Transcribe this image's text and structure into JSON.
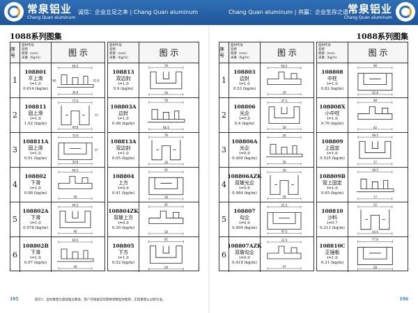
{
  "header": {
    "brand_cn": "常泉铝业",
    "brand_en": "Chang Quan aluminum",
    "slogan_left": "诚信：企业立足之本 | Chang Quan aluminum",
    "slogan_right": "Chang Quan aluminum | 共赢：企业生存之道",
    "logo_icon": "brand-logo",
    "color_bar": "#2f6fb5"
  },
  "pages": [
    {
      "title": "1088系列图集",
      "number": "195"
    },
    {
      "title": "1088系列图集",
      "number": "196"
    }
  ],
  "table_head": {
    "idx": "序号",
    "meta": [
      "型材代号",
      "名称",
      "壁厚（mm）",
      "米重（Kg/m）"
    ],
    "pic": "图  示"
  },
  "row_numbers": [
    "1",
    "2",
    "3",
    "4",
    "5",
    "6"
  ],
  "columns": [
    {
      "items": [
        {
          "code": "108801",
          "name": "平上滑",
          "t": "t=1.0",
          "w": "0.614 (kg/m)",
          "dims": [
            "66.5",
            "36.8",
            "21.6",
            "60"
          ]
        },
        {
          "code": "108811",
          "name": "固上滑",
          "t": "t=1.0",
          "w": "1.02 (kg/m)",
          "dims": [
            "72.6",
            "40.8",
            "77"
          ]
        },
        {
          "code": "108811A",
          "name": "固上滑",
          "t": "t=1.0",
          "w": "0.91 (kg/m)",
          "dims": [
            "72.6",
            "30.8",
            "77"
          ]
        },
        {
          "code": "108802",
          "name": "下滑",
          "t": "t=1.0",
          "w": "0.98 (kg/m)",
          "dims": [
            "66.5",
            "40"
          ]
        },
        {
          "code": "108802A",
          "name": "下滑",
          "t": "t=1.0",
          "w": "0.978 (kg/m)",
          "dims": [
            "66.5",
            "40"
          ]
        },
        {
          "code": "108802B",
          "name": "下滑",
          "t": "t=1.0",
          "w": "0.97 (kg/m)",
          "dims": [
            "66.5",
            "40"
          ]
        }
      ]
    },
    {
      "items": [
        {
          "code": "108813",
          "name": "双边封",
          "t": "t=1.0",
          "w": "0.9 (kg/m)",
          "dims": [
            "78",
            "18"
          ]
        },
        {
          "code": "108803A",
          "name": "边封",
          "t": "t=1.0",
          "w": "0.48 (kg/m)",
          "dims": [
            "78",
            "66.5"
          ]
        },
        {
          "code": "108813A",
          "name": "双边封",
          "t": "t=1.0",
          "w": "0.95 (kg/m)",
          "dims": [
            "78",
            "18"
          ]
        },
        {
          "code": "108804",
          "name": "上方",
          "t": "t=0.9",
          "w": "0.41 (kg/m)",
          "dims": [
            "45",
            "18"
          ]
        },
        {
          "code": "108804ZK",
          "name": "双玻上方",
          "t": "t=0.9",
          "w": "0.39 (kg/m)",
          "dims": [
            "45",
            "18"
          ]
        },
        {
          "code": "108805",
          "name": "下方",
          "t": "t=1.0",
          "w": "0.52 (kg/m)",
          "dims": [
            "45",
            "18"
          ]
        }
      ]
    },
    {
      "items": [
        {
          "code": "108803",
          "name": "边封",
          "t": "t=1.0",
          "w": "0.53 (kg/m)",
          "dims": [
            "66.5",
            "18"
          ]
        },
        {
          "code": "108806",
          "name": "光企",
          "t": "t=0.9",
          "w": "0.4 (kg/m)",
          "dims": [
            "47.5",
            "18"
          ]
        },
        {
          "code": "108806A",
          "name": "光企",
          "t": "t=0.9",
          "w": "0.499 (kg/m)",
          "dims": [
            "59",
            "18"
          ]
        },
        {
          "code": "108806AZK",
          "name": "双玻光企",
          "t": "t=0.9",
          "w": "0.484 (kg/m)",
          "dims": [
            "59",
            "18"
          ]
        },
        {
          "code": "108807",
          "name": "勾企",
          "t": "t=0.9",
          "w": "0.404 (kg/m)",
          "dims": [
            "22.5",
            "47.5"
          ]
        },
        {
          "code": "108807AZK",
          "name": "双玻勾企",
          "t": "t=0.9",
          "w": "0.418 (kg/m)",
          "dims": [
            "22.5",
            "47"
          ]
        }
      ]
    },
    {
      "items": [
        {
          "code": "108808",
          "name": "中柱",
          "t": "t=1.0",
          "w": "0.82 (kg/m)",
          "dims": [
            "48",
            "42.8"
          ]
        },
        {
          "code": "108808X",
          "name": "小中柱",
          "t": "t=1.0",
          "w": "0.76 (kg/m)",
          "dims": [
            "48",
            "42"
          ]
        },
        {
          "code": "108809",
          "name": "上固定",
          "t": "t=1.0",
          "w": "0.525 (kg/m)",
          "dims": [
            "48.5",
            "77"
          ]
        },
        {
          "code": "108809B",
          "name": "管上固定",
          "t": "t=1.0",
          "w": "0.65 (kg/m)",
          "dims": [
            "48.5",
            "77"
          ]
        },
        {
          "code": "108810",
          "name": "沙料",
          "t": "t=0.7",
          "w": "0.213 (kg/m)",
          "dims": [
            "22",
            "44.6"
          ]
        },
        {
          "code": "108810C",
          "name": "正插板",
          "t": "t=1.0",
          "w": "0.31 (kg/m)",
          "dims": [
            "77.6",
            "18"
          ]
        }
      ]
    }
  ],
  "footer_note": "提示1：型材重量为基础理论数值，客户可根据实际需要调整型材壁厚，实际重量以过磅为准。"
}
